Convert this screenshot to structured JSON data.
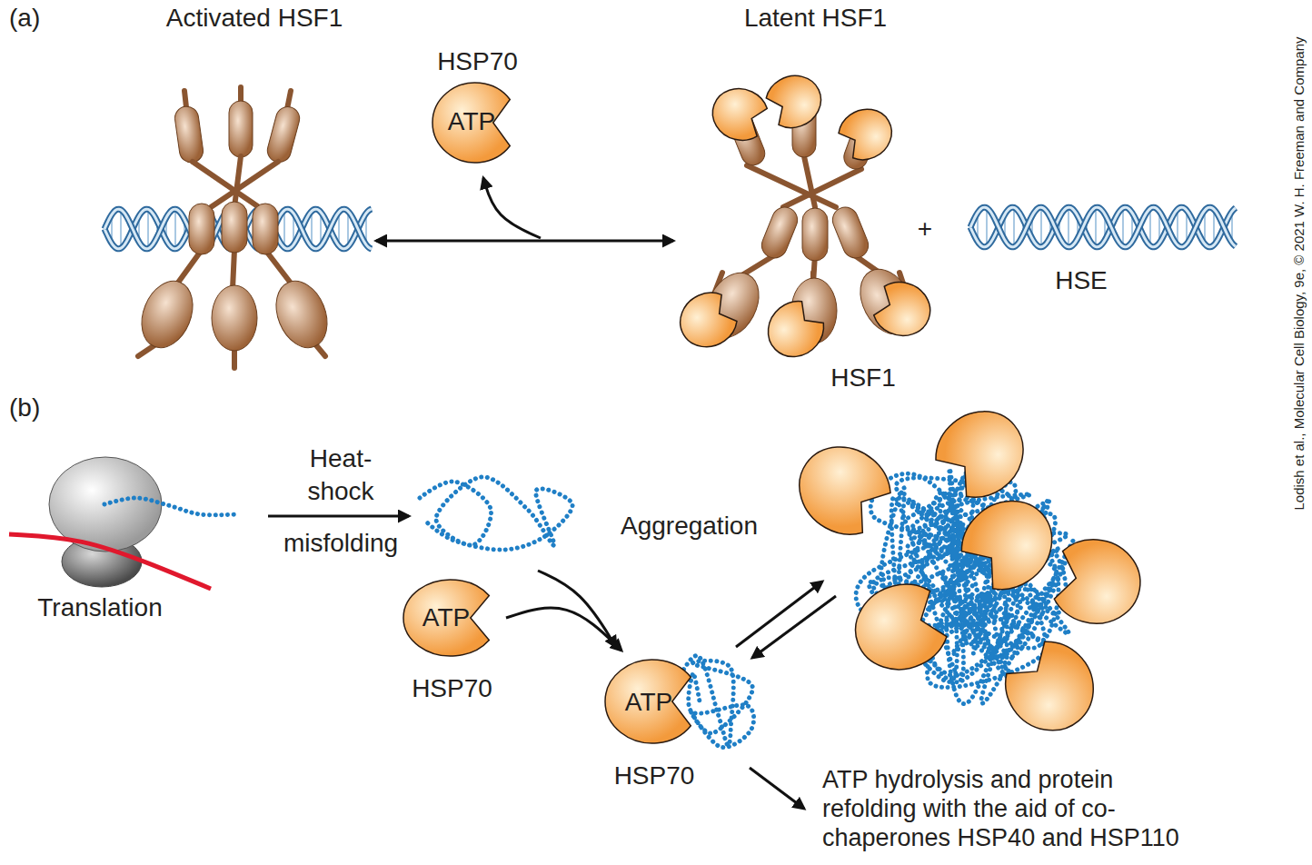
{
  "diagram": {
    "nodes": [
      {
        "text": [
          "Activated HSF1"
        ]
      },
      {
        "text": [
          "HSP70",
          "ATP"
        ]
      },
      {
        "text": [
          "Latent HSF1",
          "HSF1"
        ]
      },
      {
        "text": [
          "HSE"
        ]
      },
      {
        "text": [
          "Translation"
        ]
      },
      {
        "text": [
          "ATP",
          "HSP70"
        ]
      },
      {
        "text": [
          "ATP",
          "HSP70"
        ]
      }
    ],
    "edges": [
      {
        "from": 0,
        "to": 2,
        "arrow": "both"
      },
      {
        "from": 5,
        "to": 6,
        "arrow": "to"
      }
    ],
    "labels": [
      "(a)",
      "+",
      "(b)",
      "Heat- shock",
      "misfolding",
      "Aggregation",
      "ATP hydrolysis and protein refolding with the aid of co-chaperones HSP40 and HSP110",
      "Lodish et al., Molecular Cell Biology, 9e, © 2021 W. H. Freeman and Company"
    ]
  }
}
